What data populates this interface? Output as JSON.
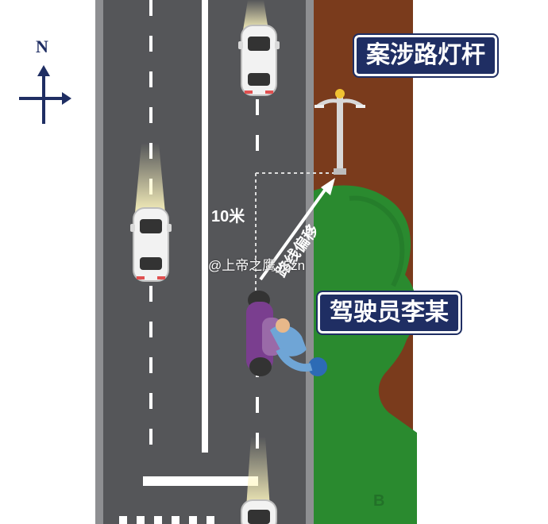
{
  "compass": {
    "label": "N",
    "icon": "compass-arrow-icon"
  },
  "labels": {
    "streetlight_pole": "案涉路灯杆",
    "driver": "驾驶员李某",
    "distance": "10米",
    "route_deviation": "路线偏移"
  },
  "watermark": {
    "text": "@上帝之鹰_5zn",
    "logo_text": "B"
  },
  "colors": {
    "road": "#555659",
    "dirt": "#7a3b1c",
    "grass": "#2a8a2f",
    "label_bg": "#1f2e63",
    "scooter": "#7a3e8f"
  }
}
